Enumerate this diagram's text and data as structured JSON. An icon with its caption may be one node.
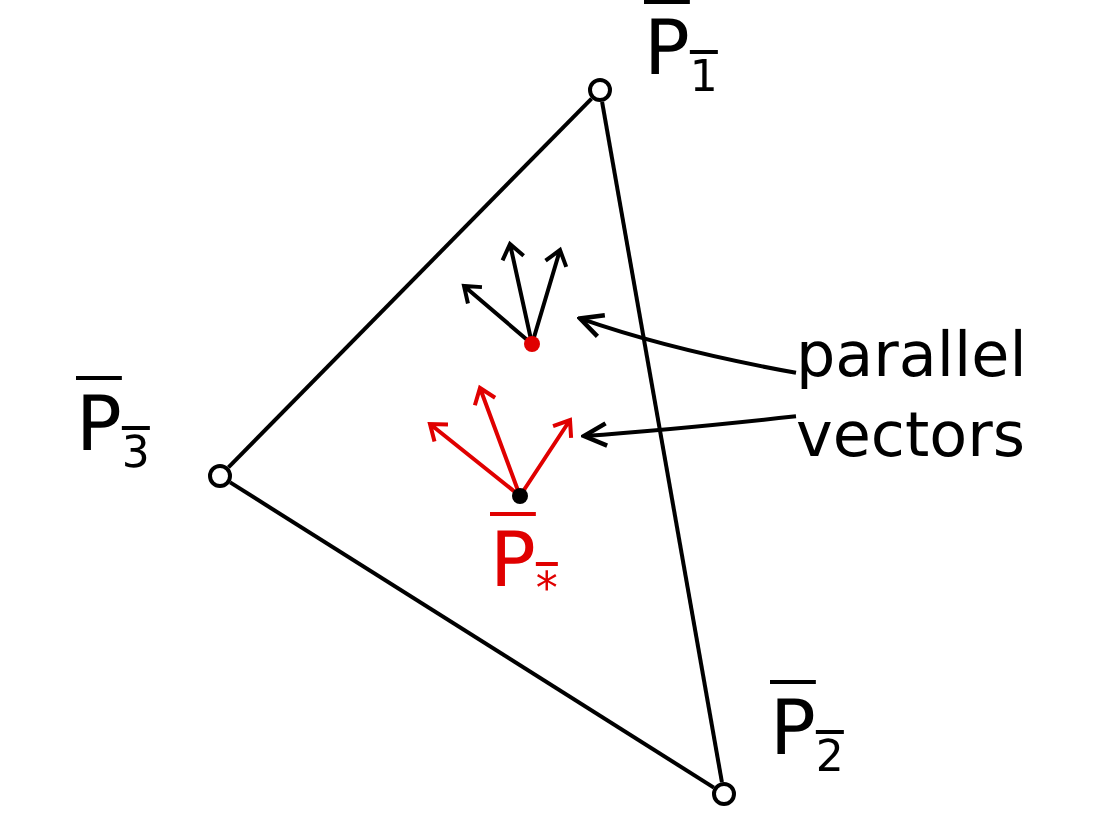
{
  "diagram": {
    "nodes": [
      {
        "text": [],
        "shape": "circle",
        "beside": [
          "P$_{1}$"
        ]
      },
      {
        "text": [],
        "shape": "picture"
      },
      {
        "text": [
          "parallel vectors"
        ]
      },
      {
        "text": [],
        "shape": "circle",
        "beside": [
          "P$_{3}$"
        ]
      },
      {
        "text": [],
        "shape": "picture",
        "beside": [
          "P$_{*}$"
        ]
      },
      {
        "text": [],
        "shape": "circle",
        "beside": [
          "P$_{2}$"
        ]
      }
    ],
    "edges": [
      {
        "from": 0,
        "to": 3,
        "arrow": "none"
      },
      {
        "from": 0,
        "to": 5,
        "arrow": "none"
      },
      {
        "from": 3,
        "to": 5,
        "arrow": "none"
      },
      {
        "from": 2,
        "to": 1,
        "arrow": "to"
      },
      {
        "from": 2,
        "to": 4,
        "arrow": "to"
      }
    ]
  }
}
